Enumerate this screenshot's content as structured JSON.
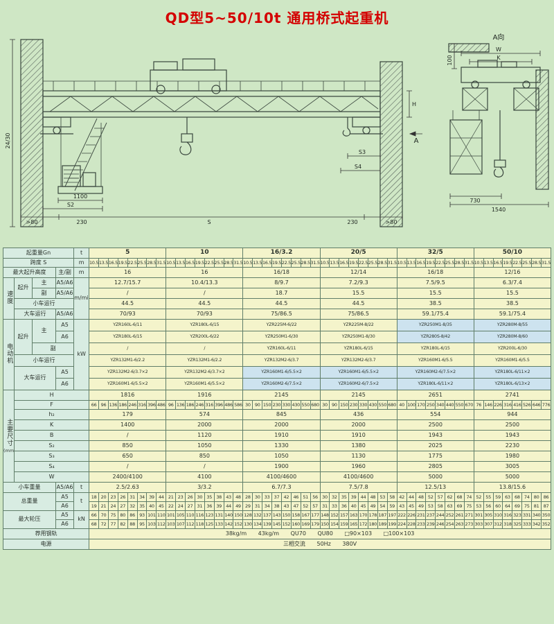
{
  "title": "QD型5~50/10t 通用桥式起重机",
  "colors": {
    "page-bg": "#cfe7c5",
    "label-bg": "#d8ece2",
    "cell-bg": "#f4f4cb",
    "cell-blue": "#cde3ef",
    "border": "#5f7d68",
    "title-red": "#d40000"
  },
  "drawing": {
    "labels": {
      "a_view": "A向",
      "w": "W",
      "k": "K",
      "h": "H",
      "a_marker": "A",
      "height": "24/30",
      "d1100": "1100",
      "s2": "S2",
      "s3": "S3",
      "s4": "S4",
      "s": "S",
      "d230_l": "230",
      "d230_r": "230",
      "gt80_l": ">80",
      "gt80_r": ">80",
      "d100": "100",
      "d730": "730",
      "d1540": "1540"
    }
  },
  "table": {
    "capacity": {
      "label": "起重量Gn",
      "unit": "t",
      "values": [
        "5",
        "10",
        "16/3.2",
        "20/5",
        "32/5",
        "50/10"
      ]
    },
    "span": {
      "label": "跨度 S",
      "unit": "m",
      "values": [
        "10.5",
        "13.5",
        "16.5",
        "19.5",
        "22.5",
        "25.5",
        "28.5",
        "31.5"
      ]
    },
    "height": {
      "label": "最大起升高度",
      "sub": "主/副",
      "unit": "m",
      "values": [
        "16",
        "16",
        "16/18",
        "12/14",
        "16/18",
        "12/16"
      ]
    },
    "speed": {
      "label": "速度",
      "unit": "m/min",
      "hoist": "起升",
      "main": "主",
      "aux": "副",
      "a56": "A5/A6",
      "trolley": "小车运行",
      "travel": "大车运行",
      "main_values": [
        "12.7/15.7",
        "10.4/13.3",
        "8/9.7",
        "7.2/9.3",
        "7.5/9.5",
        "6.3/7.4"
      ],
      "aux_values": [
        "/",
        "/",
        "18.7",
        "15.5",
        "15.5",
        "15.5"
      ],
      "trolley_values": [
        "44.5",
        "44.5",
        "44.5",
        "44.5",
        "38.5",
        "38.5"
      ],
      "travel_values": [
        "70/93",
        "70/93",
        "75/86.5",
        "75/86.5",
        "59.1/75.4",
        "59.1/75.4"
      ]
    },
    "motor": {
      "label": "电动机",
      "unit": "kW",
      "hoist": "起升",
      "main": "主",
      "aux": "副",
      "a5": "A5",
      "a6": "A6",
      "trolley": "小车运行",
      "travel": "大车运行",
      "main_a5": [
        "YZR160L-6/11",
        "YZR180L-6/15",
        "YZR225M-6/22",
        "YZR225M-8/22",
        "YZR250M1-8/35",
        "YZR280M-8/55"
      ],
      "main_a6": [
        "YZR180L-6/15",
        "YZR200L-6/22",
        "YZR250M1-6/30",
        "YZR250M1-8/30",
        "YZR280S-8/42",
        "YZR280M-8/60"
      ],
      "aux_values": [
        "/",
        "/",
        "YZR160L-6/11",
        "YZR180L-6/15",
        "YZR180L-6/15",
        "YZR200L-6/30"
      ],
      "trolley_values": [
        "YZR132M1-6/2.2",
        "YZR132M1-6/2.2",
        "YZR132M2-6/3.7",
        "YZR132M2-6/3.7",
        "YZR160M1-6/5.5",
        "YZR160M1-6/5.5"
      ],
      "travel_a5": [
        "YZR132M2-6/3.7×2",
        "YZR132M2-6/3.7×2",
        "YZR160M1-6/5.5×2",
        "YZR160M1-6/5.5×2",
        "YZR160M2-6/7.5×2",
        "YZR180L-6/11×2"
      ],
      "travel_a6": [
        "YZR160M1-6/5.5×2",
        "YZR160M1-6/5.5×2",
        "YZR160M2-6/7.5×2",
        "YZR160M2-6/7.5×2",
        "YZR180L-6/11×2",
        "YZR180L-6/13×2"
      ]
    },
    "dims": {
      "label": "主要尺寸",
      "unit": "(mm)",
      "names": [
        "H",
        "F",
        "h₂",
        "K",
        "B",
        "S₂",
        "S₃",
        "S₄",
        "W"
      ],
      "H": [
        "1816",
        "1916",
        "2145",
        "2145",
        "2651",
        "2741"
      ],
      "F": [
        [
          "66",
          "96",
          "136",
          "186",
          "246",
          "316",
          "396",
          "486"
        ],
        [
          "96",
          "136",
          "186",
          "246",
          "316",
          "396",
          "486",
          "586"
        ],
        [
          "30",
          "90",
          "150",
          "230",
          "330",
          "430",
          "550",
          "680"
        ],
        [
          "30",
          "90",
          "150",
          "230",
          "330",
          "430",
          "550",
          "680"
        ],
        [
          "40",
          "100",
          "170",
          "250",
          "340",
          "440",
          "550",
          "670"
        ],
        [
          "76",
          "146",
          "226",
          "316",
          "416",
          "526",
          "646",
          "776"
        ]
      ],
      "h2": [
        "179",
        "574",
        "845",
        "436",
        "554",
        "944"
      ],
      "K": [
        "1400",
        "2000",
        "2000",
        "2000",
        "2500",
        "2500"
      ],
      "B": [
        "/",
        "1120",
        "1910",
        "1910",
        "1943",
        "1943"
      ],
      "S2": [
        "850",
        "1050",
        "1330",
        "1380",
        "2025",
        "2230"
      ],
      "S3": [
        "650",
        "850",
        "1050",
        "1130",
        "1775",
        "1980"
      ],
      "S4": [
        "/",
        "/",
        "1900",
        "1960",
        "2805",
        "3005"
      ],
      "W": [
        "2400/4100",
        "4100",
        "4100/4600",
        "4100/4600",
        "5000",
        "5000"
      ]
    },
    "trolley_weight": {
      "label": "小车重量",
      "a56": "A5/A6",
      "unit": "t",
      "values": [
        "2.5/2.63",
        "3/3.2",
        "6.7/7.3",
        "7.5/7.8",
        "12.5/13",
        "13.8/15.6"
      ]
    },
    "total_weight": {
      "label": "总重量",
      "unit": "t",
      "a5": "A5",
      "a6": "A6",
      "a5_lists": [
        [
          "18",
          "20",
          "23",
          "26",
          "31",
          "34",
          "39",
          "44"
        ],
        [
          "21",
          "23",
          "26",
          "30",
          "35",
          "38",
          "43",
          "48"
        ],
        [
          "28",
          "30",
          "33",
          "37",
          "42",
          "46",
          "51",
          "56"
        ],
        [
          "30",
          "32",
          "35",
          "39",
          "44",
          "48",
          "53",
          "58"
        ],
        [
          "42",
          "44",
          "48",
          "52",
          "57",
          "62",
          "68",
          "74"
        ],
        [
          "52",
          "55",
          "59",
          "63",
          "68",
          "74",
          "80",
          "86"
        ]
      ],
      "a6_lists": [
        [
          "19",
          "21",
          "24",
          "27",
          "32",
          "35",
          "40",
          "45"
        ],
        [
          "22",
          "24",
          "27",
          "31",
          "36",
          "39",
          "44",
          "49"
        ],
        [
          "29",
          "31",
          "34",
          "38",
          "43",
          "47",
          "52",
          "57"
        ],
        [
          "31",
          "33",
          "36",
          "40",
          "45",
          "49",
          "54",
          "59"
        ],
        [
          "43",
          "45",
          "49",
          "53",
          "58",
          "63",
          "69",
          "75"
        ],
        [
          "53",
          "56",
          "60",
          "64",
          "69",
          "75",
          "81",
          "87"
        ]
      ]
    },
    "wheel_load": {
      "label": "最大轮压",
      "unit": "kN",
      "a5": "A5",
      "a6": "A6",
      "a5_lists": [
        [
          "66",
          "70",
          "75",
          "80",
          "86",
          "93",
          "101",
          "110"
        ],
        [
          "101",
          "105",
          "110",
          "116",
          "123",
          "131",
          "140",
          "150"
        ],
        [
          "128",
          "132",
          "137",
          "143",
          "150",
          "158",
          "167",
          "177"
        ],
        [
          "148",
          "152",
          "157",
          "163",
          "170",
          "178",
          "187",
          "197"
        ],
        [
          "222",
          "226",
          "231",
          "237",
          "244",
          "252",
          "261",
          "271"
        ],
        [
          "301",
          "305",
          "310",
          "316",
          "323",
          "331",
          "340",
          "350"
        ]
      ],
      "a6_lists": [
        [
          "68",
          "72",
          "77",
          "82",
          "88",
          "95",
          "103",
          "112"
        ],
        [
          "103",
          "107",
          "112",
          "118",
          "125",
          "133",
          "142",
          "152"
        ],
        [
          "130",
          "134",
          "139",
          "145",
          "152",
          "160",
          "169",
          "179"
        ],
        [
          "150",
          "154",
          "159",
          "165",
          "172",
          "180",
          "189",
          "199"
        ],
        [
          "224",
          "228",
          "233",
          "239",
          "246",
          "254",
          "263",
          "273"
        ],
        [
          "303",
          "307",
          "312",
          "318",
          "325",
          "333",
          "342",
          "352"
        ]
      ]
    },
    "rail": {
      "label": "荐用钢轨",
      "value": "38kg/m  43kg/m  QU70  QU80  □90×103  □100×103"
    },
    "power": {
      "label": "电源",
      "value": "三相交流  50Hz  380V"
    }
  }
}
